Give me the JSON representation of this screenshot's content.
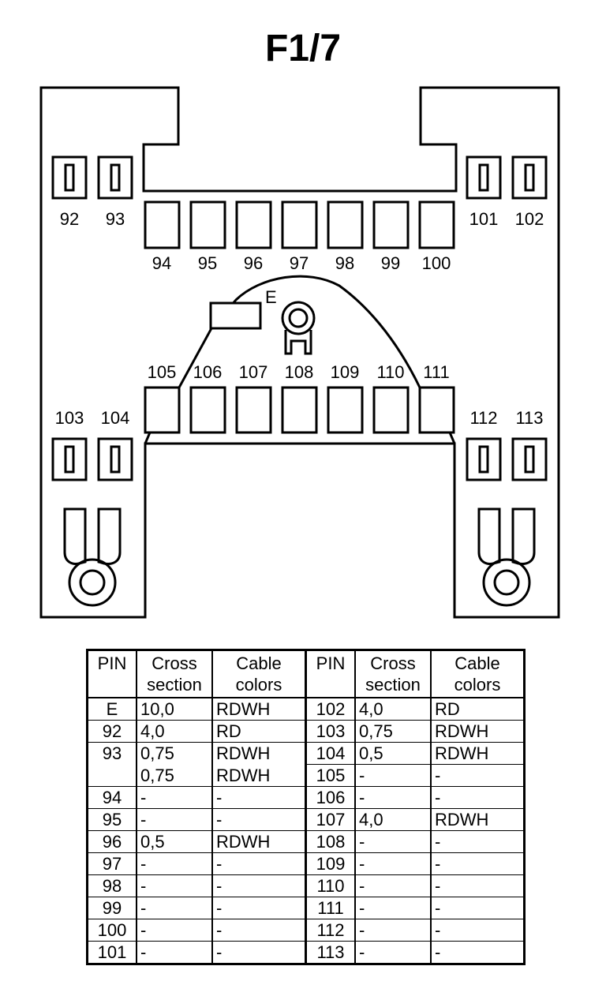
{
  "title": "F1/7",
  "pins": {
    "top_small_left": [
      "92",
      "93"
    ],
    "top_small_right": [
      "101",
      "102"
    ],
    "top_row": [
      "94",
      "95",
      "96",
      "97",
      "98",
      "99",
      "100"
    ],
    "bottom_row": [
      "105",
      "106",
      "107",
      "108",
      "109",
      "110",
      "111"
    ],
    "bottom_small_left": [
      "103",
      "104"
    ],
    "bottom_small_right": [
      "112",
      "113"
    ],
    "earth": "E"
  },
  "table": {
    "headers": {
      "pin": "PIN",
      "cross_1": "Cross",
      "cross_2": "section",
      "colors_1": "Cable",
      "colors_2": "colors"
    },
    "rows": [
      {
        "pin": "E",
        "cs": "10,0",
        "col": "RDWH",
        "pin2": "102",
        "cs2": "4,0",
        "col2": "RD"
      },
      {
        "pin": "92",
        "cs": "4,0",
        "col": "RD",
        "pin2": "103",
        "cs2": "0,75",
        "col2": "RDWH"
      },
      {
        "pin": "93",
        "cs": "0,75",
        "col": "RDWH",
        "pin2": "104",
        "cs2": "0,5",
        "col2": "RDWH"
      },
      {
        "pin": "",
        "cs": "0,75",
        "col": "RDWH",
        "pin2": "105",
        "cs2": "-",
        "col2": "-"
      },
      {
        "pin": "94",
        "cs": "-",
        "col": "-",
        "pin2": "106",
        "cs2": "-",
        "col2": "-"
      },
      {
        "pin": "95",
        "cs": "-",
        "col": "-",
        "pin2": "107",
        "cs2": "4,0",
        "col2": "RDWH"
      },
      {
        "pin": "96",
        "cs": "0,5",
        "col": "RDWH",
        "pin2": "108",
        "cs2": "-",
        "col2": "-"
      },
      {
        "pin": "97",
        "cs": "-",
        "col": "-",
        "pin2": "109",
        "cs2": "-",
        "col2": "-"
      },
      {
        "pin": "98",
        "cs": "-",
        "col": "-",
        "pin2": "110",
        "cs2": "-",
        "col2": "-"
      },
      {
        "pin": "99",
        "cs": "-",
        "col": "-",
        "pin2": "111",
        "cs2": "-",
        "col2": "-"
      },
      {
        "pin": "100",
        "cs": "-",
        "col": "-",
        "pin2": "112",
        "cs2": "-",
        "col2": "-"
      },
      {
        "pin": "101",
        "cs": "-",
        "col": "-",
        "pin2": "113",
        "cs2": "-",
        "col2": "-"
      }
    ]
  }
}
